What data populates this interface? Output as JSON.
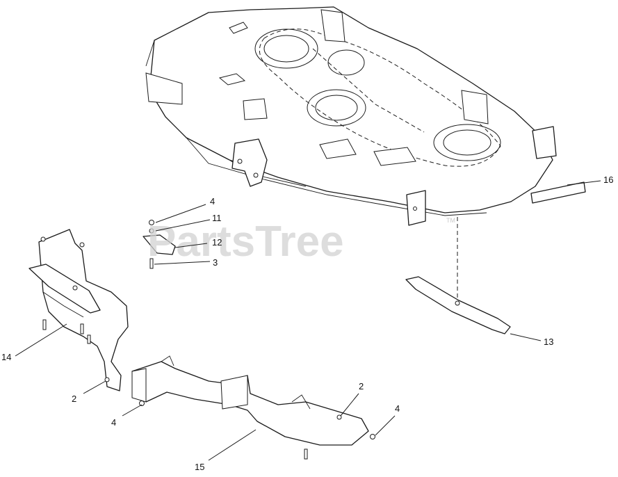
{
  "watermark": {
    "text": "PartsTree",
    "trademark": "TM"
  },
  "callouts": [
    {
      "id": "c-4-top",
      "label": "4"
    },
    {
      "id": "c-11",
      "label": "11"
    },
    {
      "id": "c-12",
      "label": "12"
    },
    {
      "id": "c-3",
      "label": "3"
    },
    {
      "id": "c-16",
      "label": "16"
    },
    {
      "id": "c-13",
      "label": "13"
    },
    {
      "id": "c-14",
      "label": "14"
    },
    {
      "id": "c-2-left",
      "label": "2"
    },
    {
      "id": "c-4-left",
      "label": "4"
    },
    {
      "id": "c-2-right",
      "label": "2"
    },
    {
      "id": "c-4-right",
      "label": "4"
    },
    {
      "id": "c-15",
      "label": "15"
    }
  ]
}
